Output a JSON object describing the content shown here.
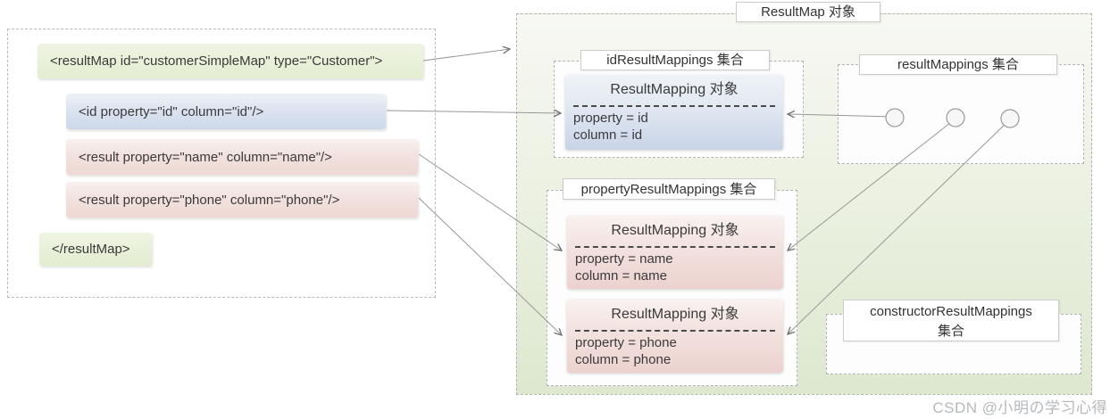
{
  "left_panel": {
    "lines": [
      {
        "text": "<resultMap id=\"customerSimpleMap\" type=\"Customer\">",
        "kind": "green"
      },
      {
        "text": "<id property=\"id\" column=\"id\"/>",
        "kind": "blue"
      },
      {
        "text": "<result property=\"name\" column=\"name\"/>",
        "kind": "pink"
      },
      {
        "text": "<result property=\"phone\" column=\"phone\"/>",
        "kind": "pink"
      },
      {
        "text": "</resultMap>",
        "kind": "green"
      }
    ]
  },
  "right_panel": {
    "title": "ResultMap 对象",
    "id_collection": {
      "label": "idResultMappings 集合",
      "object": {
        "title": "ResultMapping 对象",
        "lines": [
          "property = id",
          "column = id"
        ]
      }
    },
    "result_collection": {
      "label": "resultMappings 集合",
      "circle_count": 3
    },
    "property_collection": {
      "label": "propertyResultMappings 集合",
      "objects": [
        {
          "title": "ResultMapping 对象",
          "lines": [
            "property = name",
            "column = name"
          ]
        },
        {
          "title": "ResultMapping 对象",
          "lines": [
            "property = phone",
            "column = phone"
          ]
        }
      ]
    },
    "constructor_collection": {
      "label_line1": "constructorResultMappings",
      "label_line2": "集合"
    }
  },
  "watermark": "CSDN @小明の学习心得",
  "colors": {
    "panel_green_bottom": "#dde8cf",
    "code_green": "#e3edd0",
    "code_blue": "#ccd7e9",
    "code_pink": "#eed8d4",
    "arrow_gray": "#8a8a8a",
    "watermark_gray": "#b5b9bb"
  }
}
